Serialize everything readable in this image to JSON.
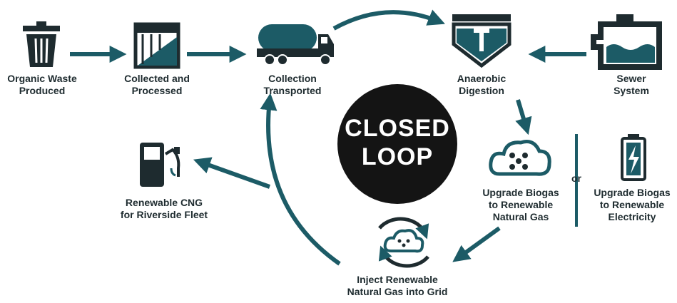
{
  "center": {
    "line1": "CLOSED",
    "line2": "LOOP"
  },
  "nodes": {
    "organic_waste": {
      "line1": "Organic Waste",
      "line2": "Produced"
    },
    "collected": {
      "line1": "Collected and",
      "line2": "Processed"
    },
    "transported": {
      "line1": "Collection",
      "line2": "Transported"
    },
    "digestion": {
      "line1": "Anaerobic",
      "line2": "Digestion"
    },
    "sewer": {
      "line1": "Sewer",
      "line2": "System"
    },
    "upgrade_gas": {
      "line1": "Upgrade Biogas",
      "line2": "to Renewable",
      "line3": "Natural Gas"
    },
    "upgrade_elec": {
      "line1": "Upgrade Biogas",
      "line2": "to Renewable",
      "line3": "Electricity"
    },
    "inject": {
      "line1": "Inject Renewable",
      "line2": "Natural Gas into Grid"
    },
    "cng": {
      "line1": "Renewable CNG",
      "line2": "for Riverside Fleet"
    }
  },
  "or_label": "or",
  "colors": {
    "teal": "#1c5b66",
    "dark": "#1e2b2f",
    "circle": "#141414"
  }
}
